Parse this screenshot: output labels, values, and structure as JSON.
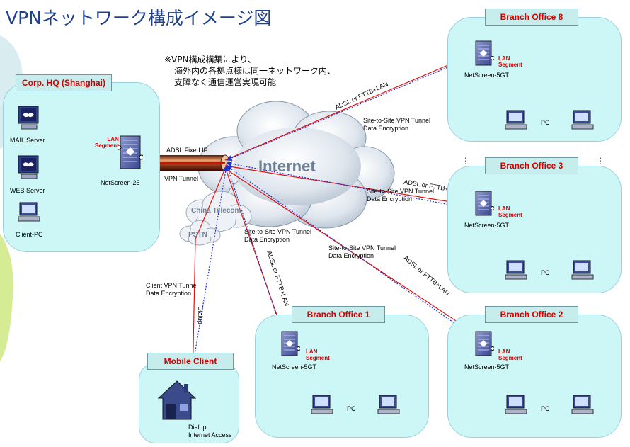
{
  "title": "VPNネットワーク構成イメージ図",
  "note": {
    "line1": "※VPN構成構築により、",
    "line2": "海外内の各拠点様は同一ネットワーク内、",
    "line3": "支障なく通信運営実現可能"
  },
  "hq": {
    "header": "Corp. HQ (Shanghai)",
    "mail_label": "MAIL Server",
    "web_label": "WEB Server",
    "client_label": "Client-PC",
    "lan_line1": "LAN",
    "lan_line2": "Segment",
    "firewall_label": "NetScreen-25"
  },
  "links": {
    "adsl_fixed_ip": "ADSL Fixed IP",
    "vpn_tunnel": "VPN Tunnel",
    "internet": "Internet",
    "china_telecom": "China Telecom",
    "pstn": "PSTN",
    "client_vpn_1": "Client VPN Tunnel",
    "client_vpn_2": "Data Encryption",
    "dialup": "Dialup",
    "adsl_ftth_lan": "ADSL or FTTB+LAN",
    "s2s_line1": "Site-to-Site VPN Tunnel",
    "s2s_line2": "Data Encryption"
  },
  "mobile": {
    "header": "Mobile Client",
    "label1": "Dialup",
    "label2": "Internet Access"
  },
  "branches": [
    {
      "header": "Branch Office 8",
      "firewall": "NetScreen-5GT",
      "lan1": "LAN",
      "lan2": "Segment",
      "pc": "PC"
    },
    {
      "header": "Branch Office 3",
      "firewall": "NetScreen-5GT",
      "lan1": "LAN",
      "lan2": "Segment",
      "pc": "PC"
    },
    {
      "header": "Branch Office 1",
      "firewall": "NetScreen-5GT",
      "lan1": "LAN",
      "lan2": "Segment",
      "pc": "PC"
    },
    {
      "header": "Branch Office 2",
      "firewall": "NetScreen-5GT",
      "lan1": "LAN",
      "lan2": "Segment",
      "pc": "PC"
    }
  ],
  "colors": {
    "title": "#1f3f8f",
    "box_fill": "#cdf7f7",
    "header_text": "#d40000",
    "red_link": "#e01010",
    "blue_tunnel": "#2030d0",
    "side_green": "#d6ec94"
  }
}
